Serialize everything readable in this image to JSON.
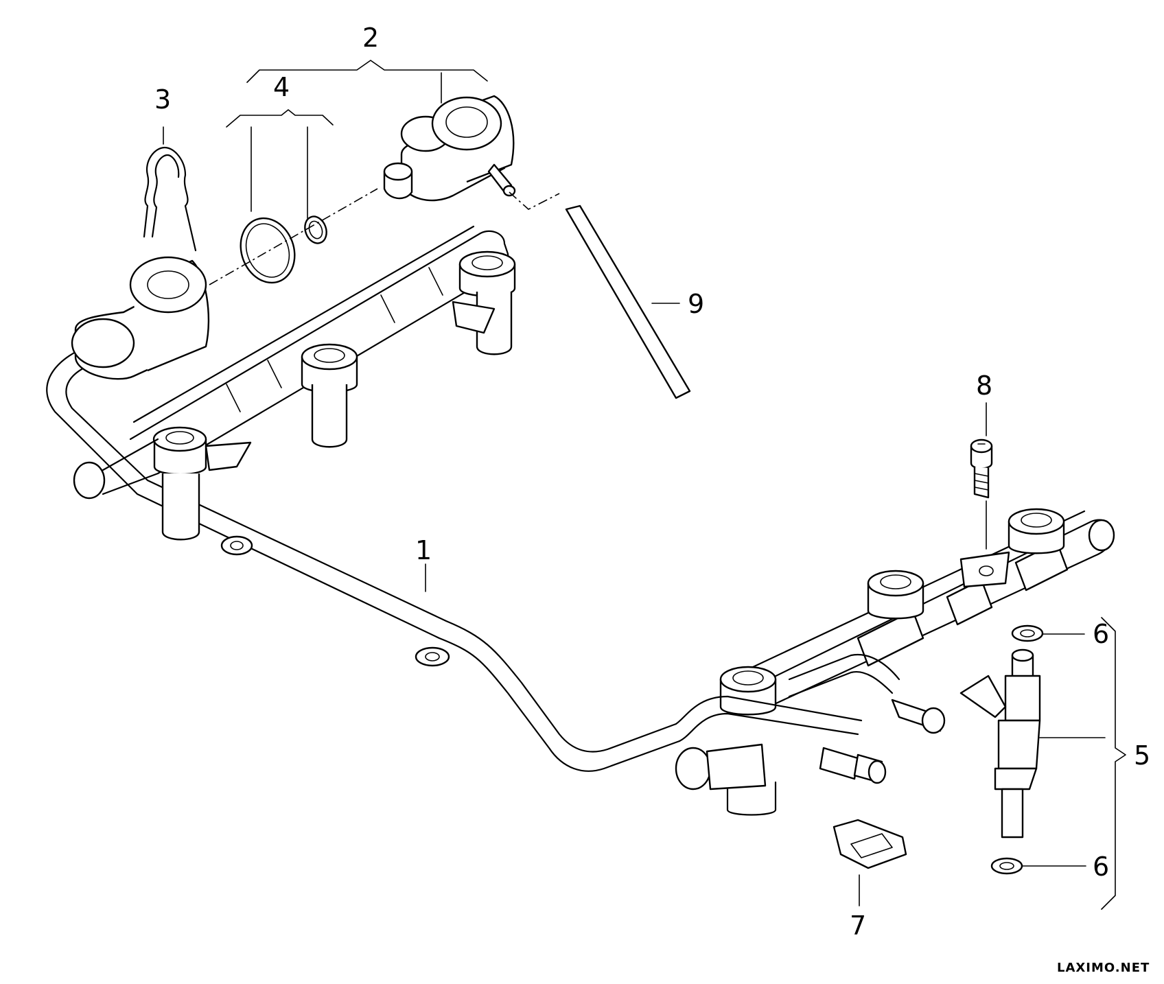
{
  "callouts": {
    "c1": "1",
    "c2": "2",
    "c3": "3",
    "c4": "4",
    "c5": "5",
    "c6a": "6",
    "c6b": "6",
    "c7": "7",
    "c8": "8",
    "c9": "9"
  },
  "watermark": "LAXIMO.NET"
}
